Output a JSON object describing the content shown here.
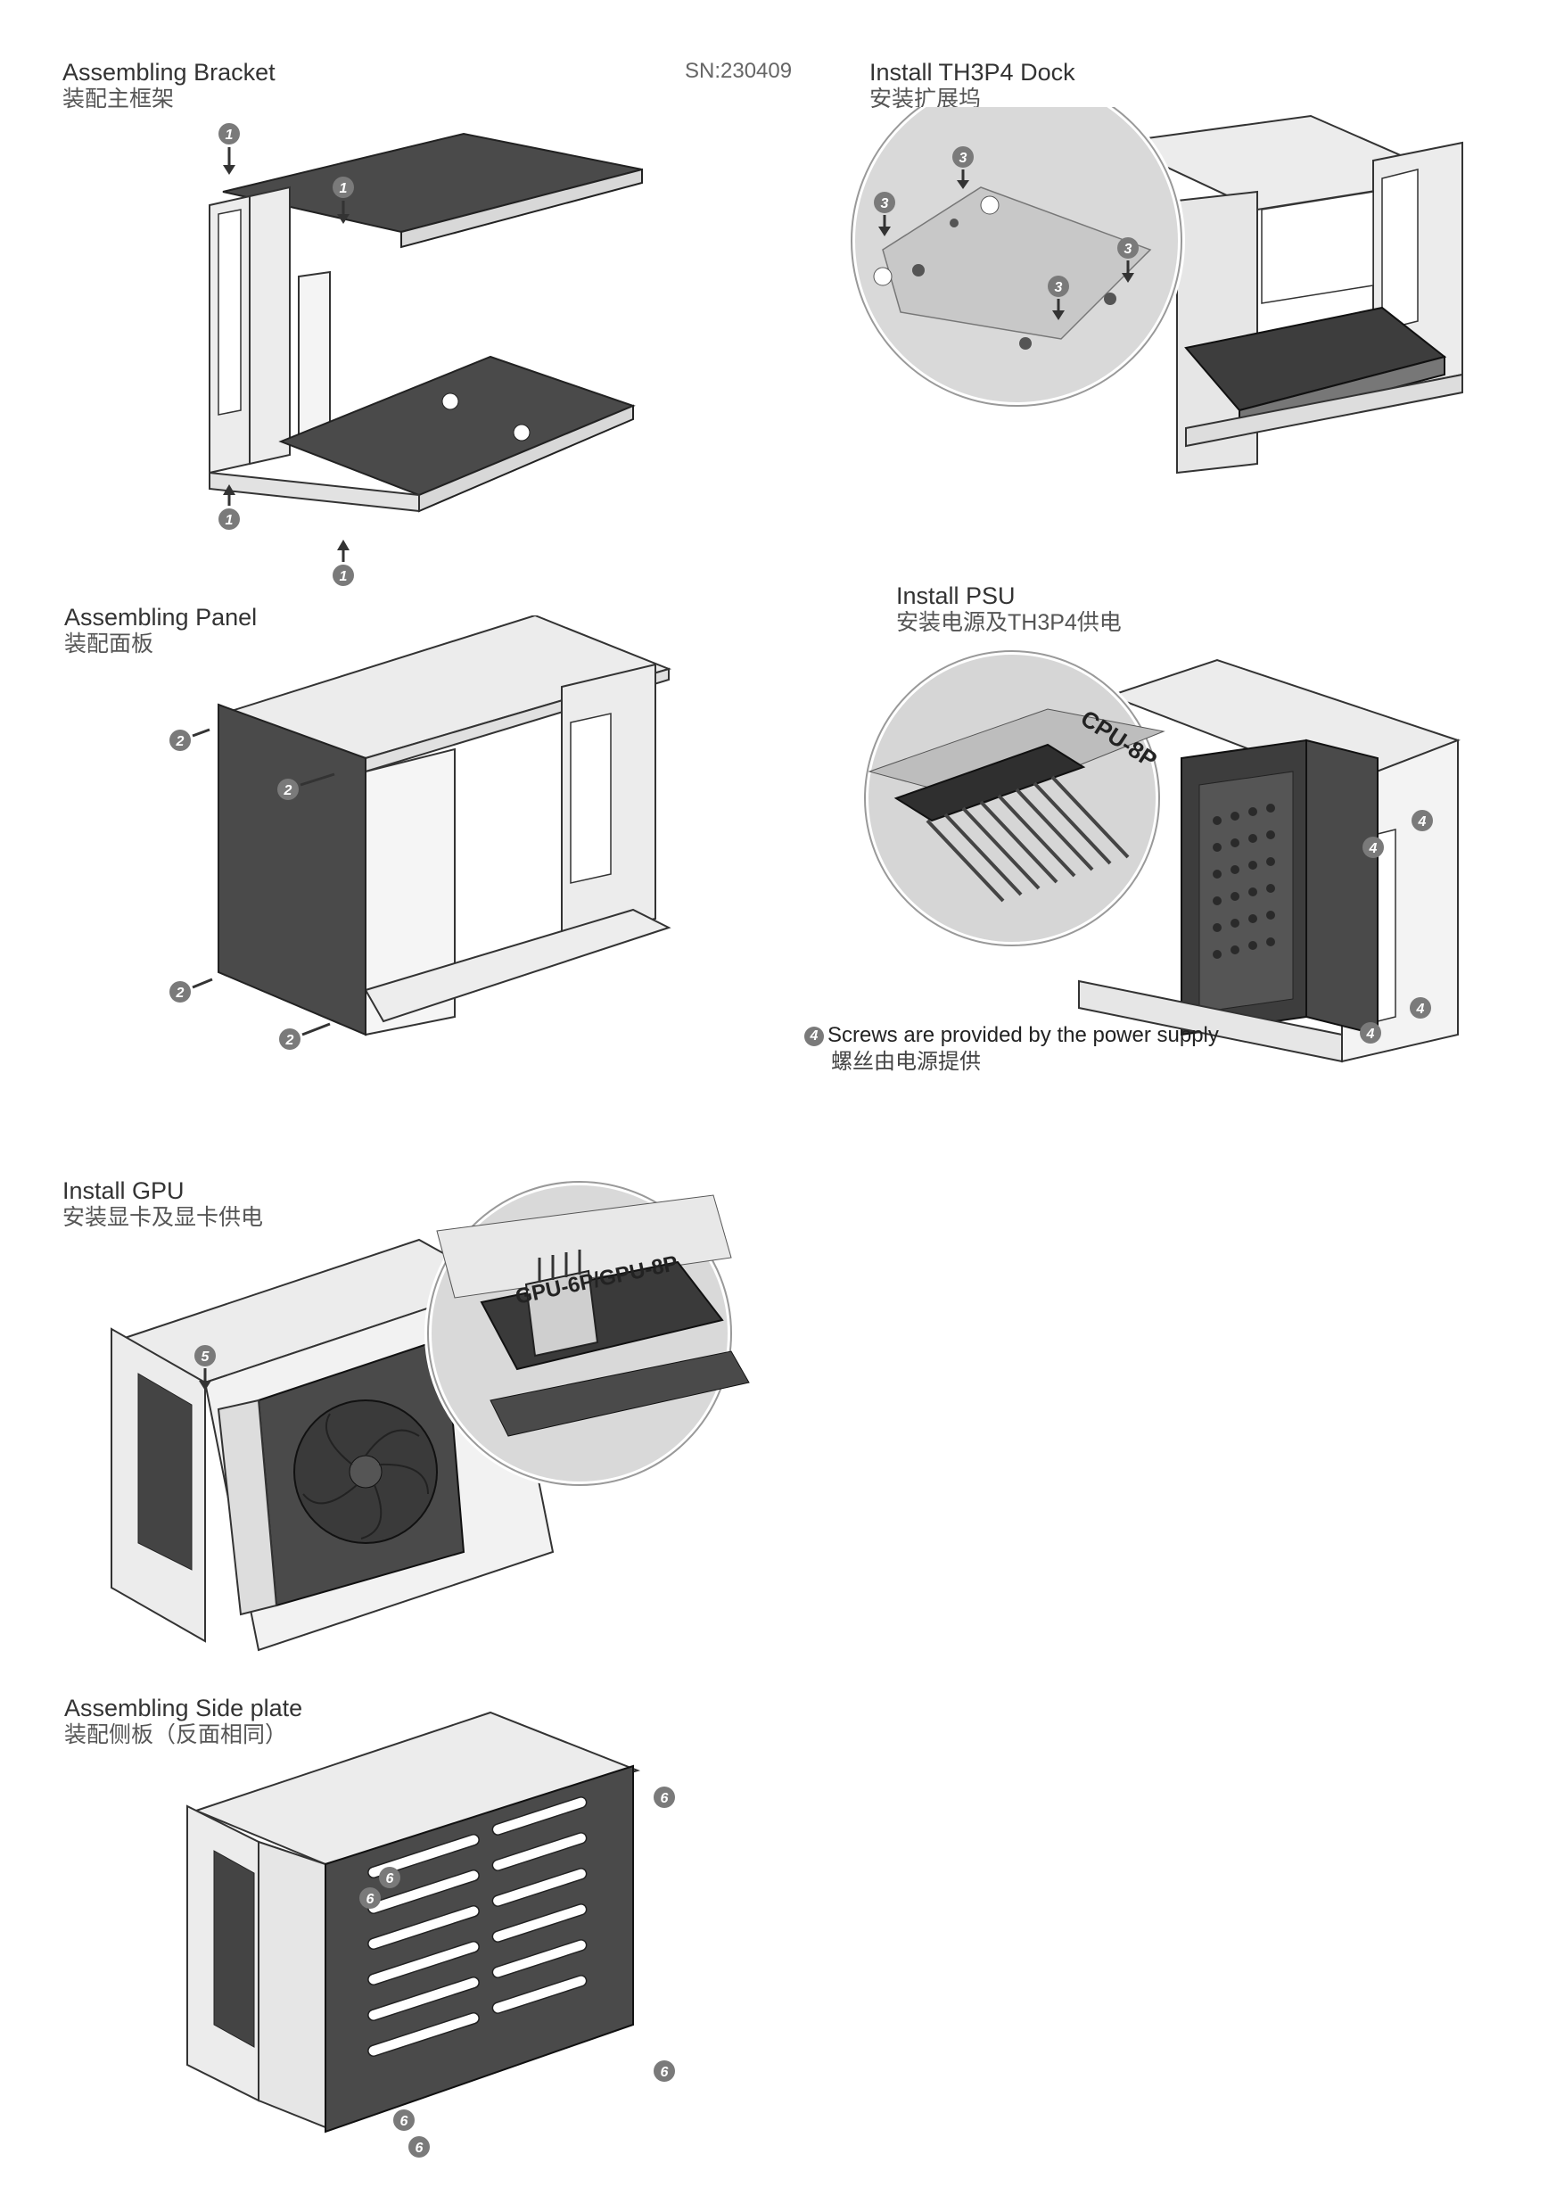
{
  "serial": "SN:230409",
  "sections": {
    "bracket": {
      "en": "Assembling Bracket",
      "cn": "装配主框架"
    },
    "dock": {
      "en": "Install TH3P4 Dock",
      "cn": "安装扩展坞"
    },
    "panel": {
      "en": "Assembling Panel",
      "cn": "装配面板"
    },
    "psu": {
      "en": "Install PSU",
      "cn": "安装电源及TH3P4供电"
    },
    "gpu": {
      "en": "Install GPU",
      "cn": "安装显卡及显卡供电"
    },
    "side": {
      "en": "Assembling Side plate",
      "cn": "装配侧板（反面相同）"
    }
  },
  "psu_note": {
    "badge": "4",
    "en": "Screws are provided by the power supply",
    "cn": "螺丝由电源提供"
  },
  "callouts": {
    "step1": "1",
    "step2": "2",
    "step3": "3",
    "step4": "4",
    "step5": "5",
    "step6": "6"
  },
  "connector_labels": {
    "cpu": "CPU-8P",
    "gpu": "GPU-6P/GPU-8P"
  },
  "colors": {
    "dark_panel": "#4a4a4a",
    "light_frame": "#ececec",
    "outline": "#333333",
    "badge": "#7a7a7a"
  }
}
